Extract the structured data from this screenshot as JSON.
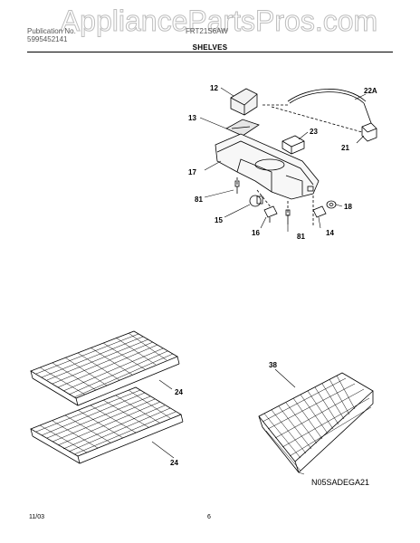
{
  "watermark": {
    "text": "AppliancePartsPros.com"
  },
  "header": {
    "publication_label": "Publication No.",
    "publication_number": "5995452141",
    "model_label": "FRT21S6AW"
  },
  "section": {
    "title": "SHELVES"
  },
  "callouts": {
    "c12": "12",
    "c13": "13",
    "c22a": "22A",
    "c23": "23",
    "c21": "21",
    "c17": "17",
    "c81a": "81",
    "c18": "18",
    "c15": "15",
    "c16": "16",
    "c81b": "81",
    "c14": "14",
    "c24a": "24",
    "c24b": "24",
    "c38": "38"
  },
  "diagram_code": "N05SADEGA21",
  "footer": {
    "date": "11/03",
    "page": "6"
  },
  "colors": {
    "line": "#000000",
    "watermark": "#bdbdbd",
    "part_fill": "#f2f2f2"
  }
}
